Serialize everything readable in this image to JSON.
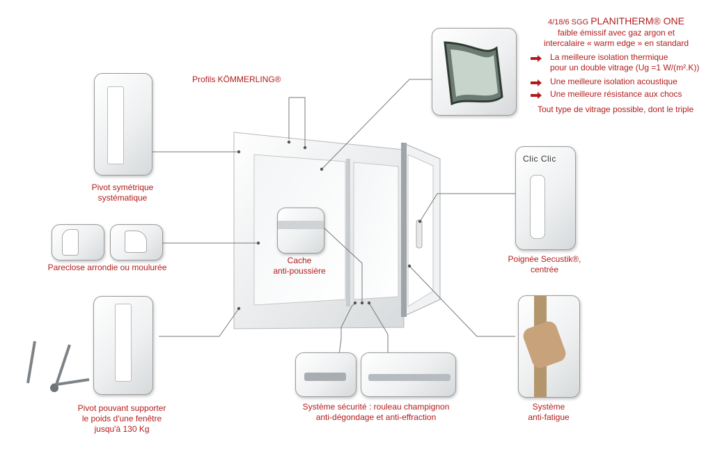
{
  "labels": {
    "profils": "Profils KÖMMERLING®",
    "pivot_sym_1": "Pivot symétrique",
    "pivot_sym_2": "systématique",
    "pareclose": "Pareclose arrondie ou moulurée",
    "cache_1": "Cache",
    "cache_2": "anti-poussière",
    "pivot_130_1": "Pivot pouvant supporter",
    "pivot_130_2": "le poids d'une fenêtre",
    "pivot_130_3": "jusqu'à 130 Kg",
    "securite_1": "Système sécurité :  rouleau champignon",
    "securite_2": "anti-dégondage et anti-effraction",
    "poignee_1": "Poignée Secustik®,",
    "poignee_2": "centrée",
    "fatigue_1": "Système",
    "fatigue_2": "anti-fatigue",
    "clic": "Clic Clic"
  },
  "glazing": {
    "line1_prefix": "4/18/6 SGG ",
    "line1_brand": "PLANITHERM® ONE",
    "line2": "faible émissif avec gaz argon et",
    "line3": "intercalaire « warm edge » en standard",
    "benefit1_a": "La meilleure isolation thermique",
    "benefit1_b": "pour un double vitrage (Ug =1 W/(m².K))",
    "benefit2": "Une meilleure isolation acoustique",
    "benefit3": "Une meilleure résistance aux chocs",
    "note": "Tout type de vitrage possible, dont le triple"
  },
  "colors": {
    "accent": "#b31b1b",
    "leader": "#777777"
  }
}
